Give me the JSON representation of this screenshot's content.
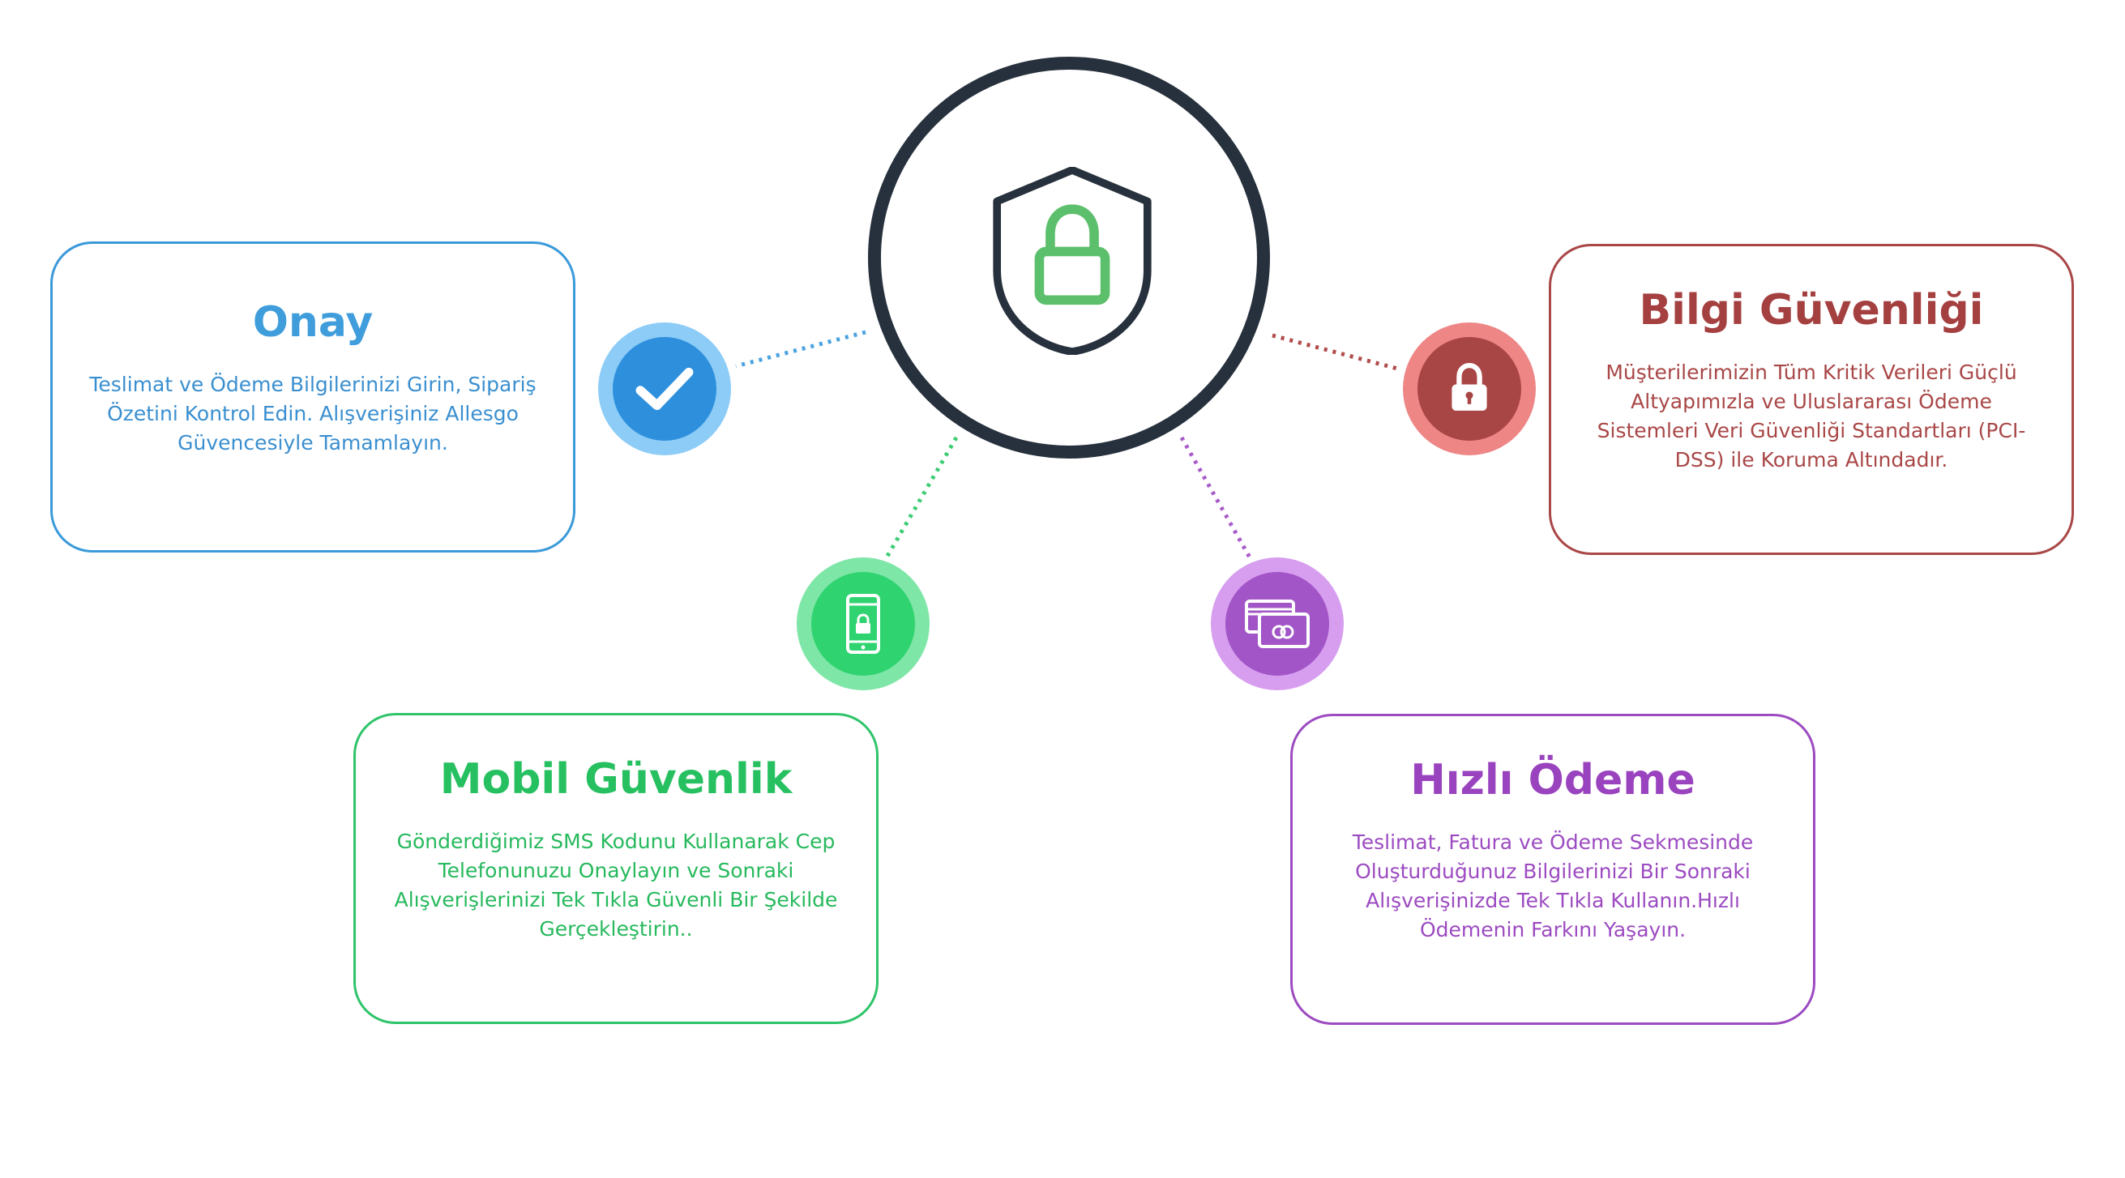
{
  "colors": {
    "hub": "#27313d",
    "hub_lock": "#5cbf6b",
    "onay": "#3f9ddb",
    "bilgi": "#a54040",
    "mobil": "#27c061",
    "hizli": "#9a43bf"
  },
  "hub": {
    "icon": "shield-lock-icon"
  },
  "cards": {
    "onay": {
      "title": "Onay",
      "text": "Teslimat ve Ödeme Bilgilerinizi Girin, Sipariş Özetini Kontrol Edin. Alışverişiniz Allesgo Güvencesiyle Tamamlayın.",
      "icon": "checkmark-icon"
    },
    "bilgi": {
      "title": "Bilgi Güvenliği",
      "text": "Müşterilerimizin Tüm Kritik Verileri Güçlü Altyapımızla ve Uluslararası Ödeme Sistemleri Veri Güvenliği Standartları (PCI-DSS) ile Koruma Altındadır.",
      "icon": "padlock-icon"
    },
    "mobil": {
      "title": "Mobil Güvenlik",
      "text": "Gönderdiğimiz SMS Kodunu Kullanarak Cep Telefonunuzu Onaylayın ve Sonraki Alışverişlerinizi Tek Tıkla Güvenli Bir Şekilde Gerçekleştirin..",
      "icon": "phone-lock-icon"
    },
    "hizli": {
      "title": "Hızlı Ödeme",
      "text": "Teslimat, Fatura ve Ödeme Sekmesinde Oluşturduğunuz Bilgilerinizi Bir Sonraki Alışverişinizde Tek Tıkla Kullanın.Hızlı Ödemenin Farkını Yaşayın.",
      "icon": "credit-cards-icon"
    }
  }
}
